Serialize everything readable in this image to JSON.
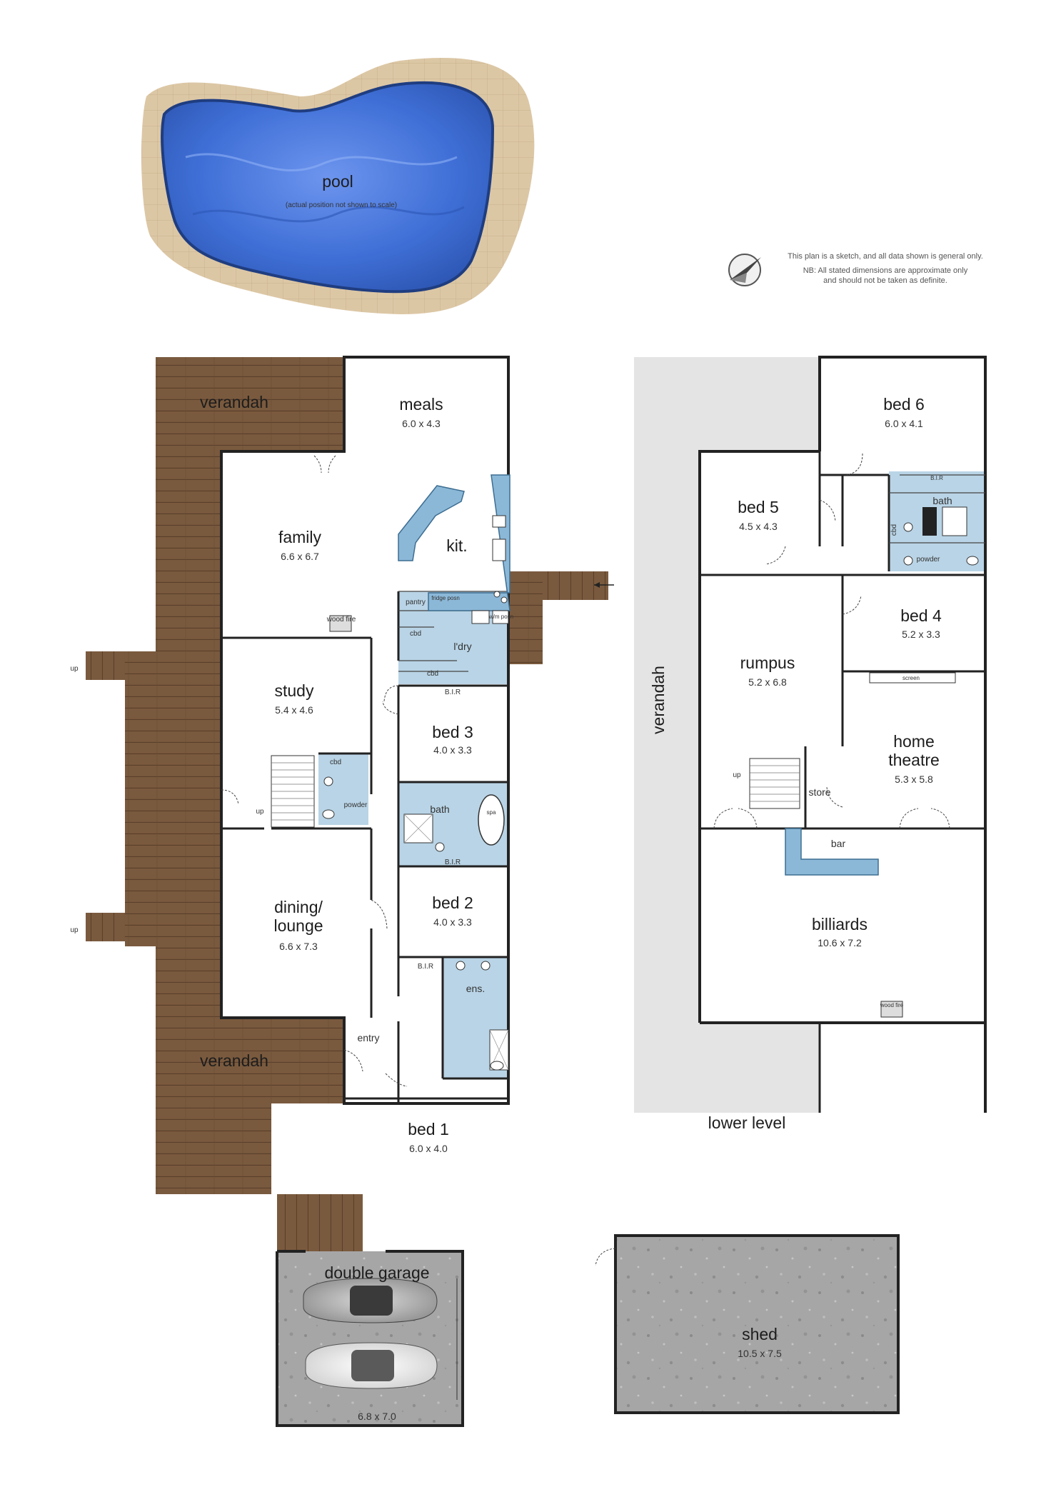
{
  "pool": {
    "label": "pool",
    "note": "(actual position not shown to scale)"
  },
  "disclaimer": {
    "line1": "This plan is a sketch, and all data shown is general only.",
    "line2": "NB: All stated dimensions are approximate only",
    "line3": "and should not be taken as definite."
  },
  "upper": {
    "verandah_top": "verandah",
    "verandah_bottom": "verandah",
    "meals": {
      "name": "meals",
      "dims": "6.0 x 4.3"
    },
    "family": {
      "name": "family",
      "dims": "6.6 x 6.7"
    },
    "kitchen": {
      "name": "kit."
    },
    "pantry": "pantry",
    "fridge": "fridge posn",
    "wm": "w/m posn",
    "laundry": "l'dry",
    "cbd": "cbd",
    "cbd_vertical": "c b d",
    "wood_fire": "wood fire",
    "study": {
      "name": "study",
      "dims": "5.4 x 4.6"
    },
    "bed3": {
      "name": "bed 3",
      "dims": "4.0 x 3.3"
    },
    "bath": "bath",
    "spa": "spa",
    "powder": "powder",
    "bir": "B.I.R",
    "bir_v": "B I R",
    "up": "up",
    "bed2": {
      "name": "bed 2",
      "dims": "4.0 x 3.3"
    },
    "dining": {
      "name1": "dining/",
      "name2": "lounge",
      "dims": "6.6 x 7.3"
    },
    "ensuite": "ens.",
    "entry": "entry",
    "bed1": {
      "name": "bed 1",
      "dims": "6.0 x 4.0"
    }
  },
  "lower": {
    "title": "lower level",
    "verandah": "verandah",
    "bed6": {
      "name": "bed 6",
      "dims": "6.0 x 4.1"
    },
    "bed5": {
      "name": "bed 5",
      "dims": "4.5 x 4.3"
    },
    "bath": "bath",
    "powder": "powder",
    "cbd": "cbd",
    "bir": "B.I.R",
    "bir_v": "B I R",
    "bed4": {
      "name": "bed 4",
      "dims": "5.2 x 3.3"
    },
    "screen": "screen",
    "rumpus": {
      "name": "rumpus",
      "dims": "5.2 x 6.8"
    },
    "theatre": {
      "name1": "home",
      "name2": "theatre",
      "dims": "5.3 x 5.8"
    },
    "store": "store",
    "up": "up",
    "bar": "bar",
    "billiards": {
      "name": "billiards",
      "dims": "10.6 x 7.2"
    },
    "wood_fire": "wood fire"
  },
  "garage": {
    "name": "double garage",
    "dims": "6.8 x 7.0"
  },
  "shed": {
    "name": "shed",
    "dims": "10.5 x 7.5"
  },
  "colors": {
    "water": "#3f6fd6",
    "deck": "#7a5a3e",
    "paving": "#dcc7a5",
    "wet_area": "#b9d4e6"
  }
}
